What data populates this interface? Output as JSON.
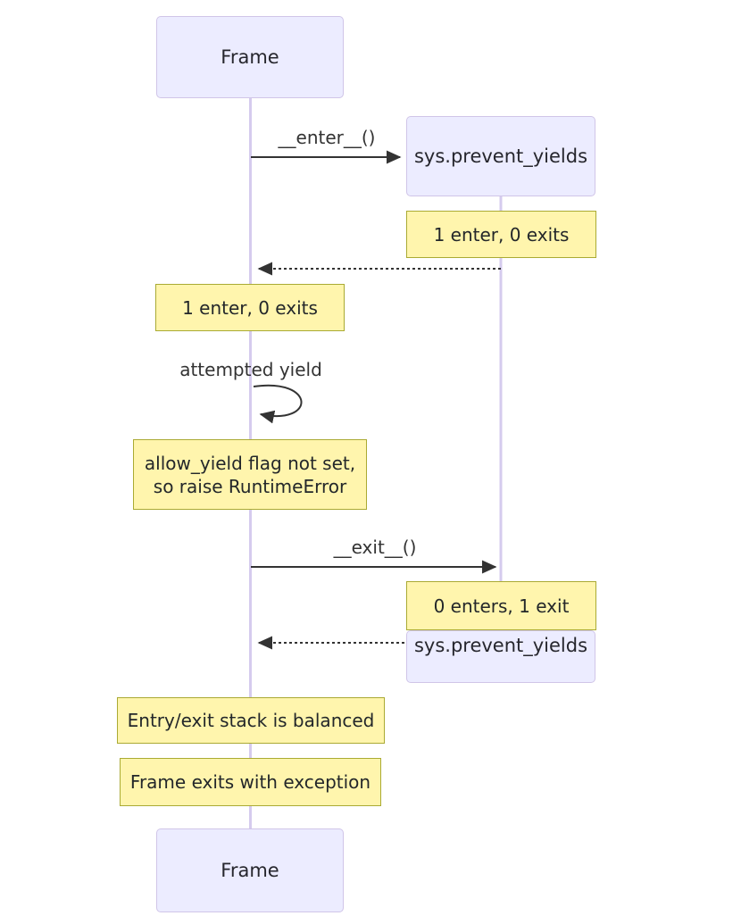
{
  "diagram": {
    "type": "sequence-diagram",
    "actors": {
      "frame_top": "Frame",
      "sys_top": "sys.prevent_yields",
      "sys_bottom": "sys.prevent_yields",
      "frame_bottom": "Frame"
    },
    "messages": {
      "enter": "__enter__()",
      "self_loop": "attempted yield",
      "exit": "__exit__()"
    },
    "notes": {
      "right_1": "1 enter, 0 exits",
      "left_1": "1 enter, 0 exits",
      "yield_line1": "allow_yield flag not set,",
      "yield_line2": "so raise RuntimeError",
      "right_2": "0 enters, 1 exit",
      "balanced": "Entry/exit stack is balanced",
      "exception": "Frame exits with exception"
    },
    "colors": {
      "actor_fill": "#ECECFF",
      "actor_border": "#D0C5E8",
      "note_fill": "#FFF5AD",
      "note_border": "#AAAA33",
      "lifeline": "#D5CBEE",
      "arrow": "#333333",
      "background": "#FFFFFF"
    }
  }
}
